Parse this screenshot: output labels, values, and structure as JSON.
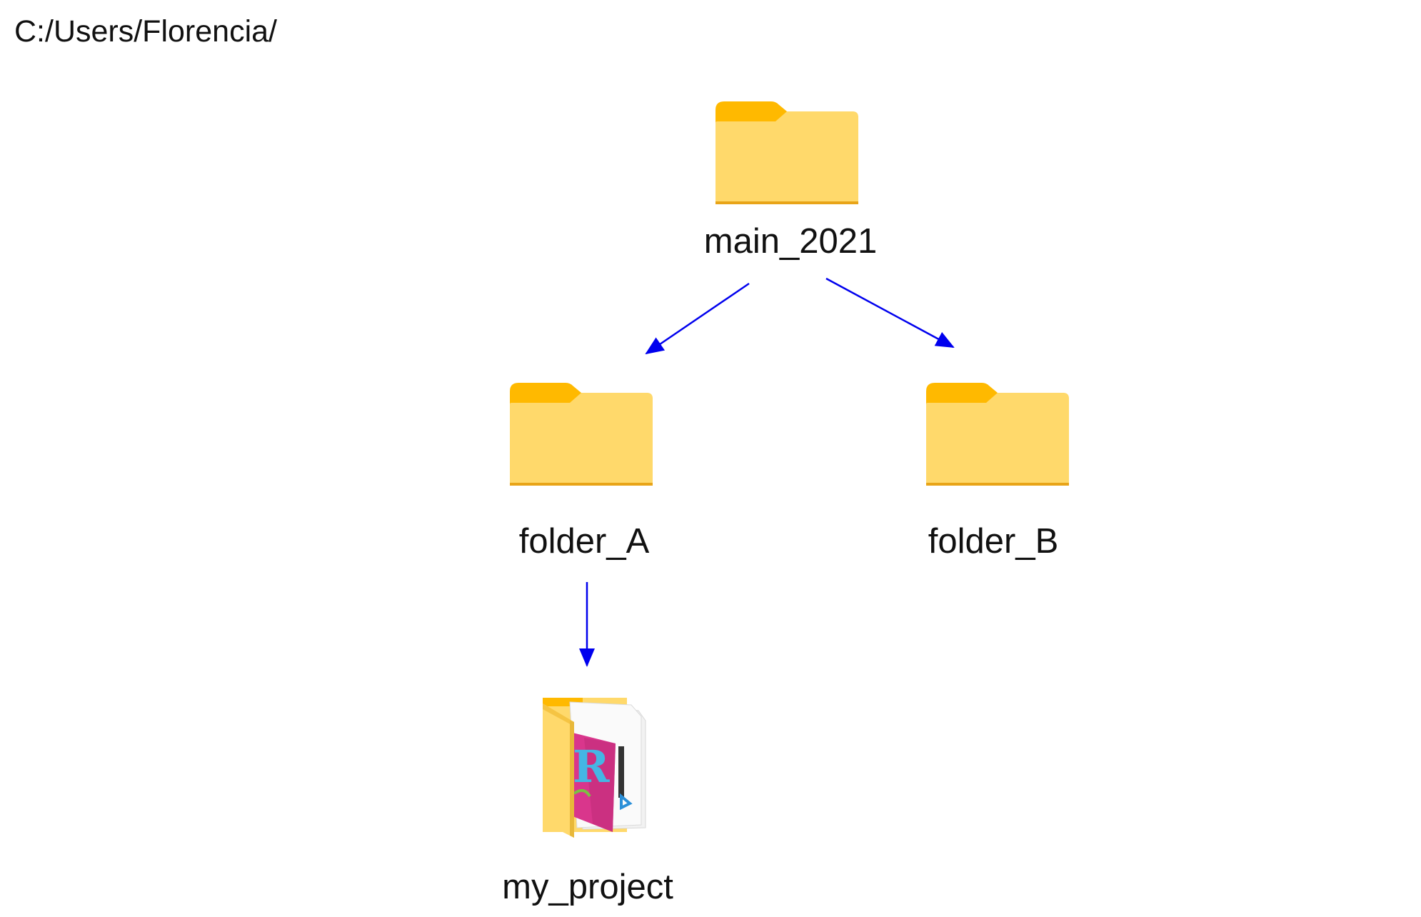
{
  "path": "C:/Users/Florencia/",
  "colors": {
    "arrow": "#0000EE",
    "folder_body": "#FFD96B",
    "folder_tab": "#FFB900",
    "folder_edge": "#E8A418"
  },
  "nodes": {
    "root": {
      "label": "main_2021",
      "icon": "folder-icon"
    },
    "child_a": {
      "label": "folder_A",
      "icon": "folder-icon"
    },
    "child_b": {
      "label": "folder_B",
      "icon": "folder-icon"
    },
    "project": {
      "label": "my_project",
      "icon": "rstudio-project-folder-icon"
    }
  },
  "edges": [
    {
      "from": "main_2021",
      "to": "folder_A"
    },
    {
      "from": "main_2021",
      "to": "folder_B"
    },
    {
      "from": "folder_A",
      "to": "my_project"
    }
  ]
}
